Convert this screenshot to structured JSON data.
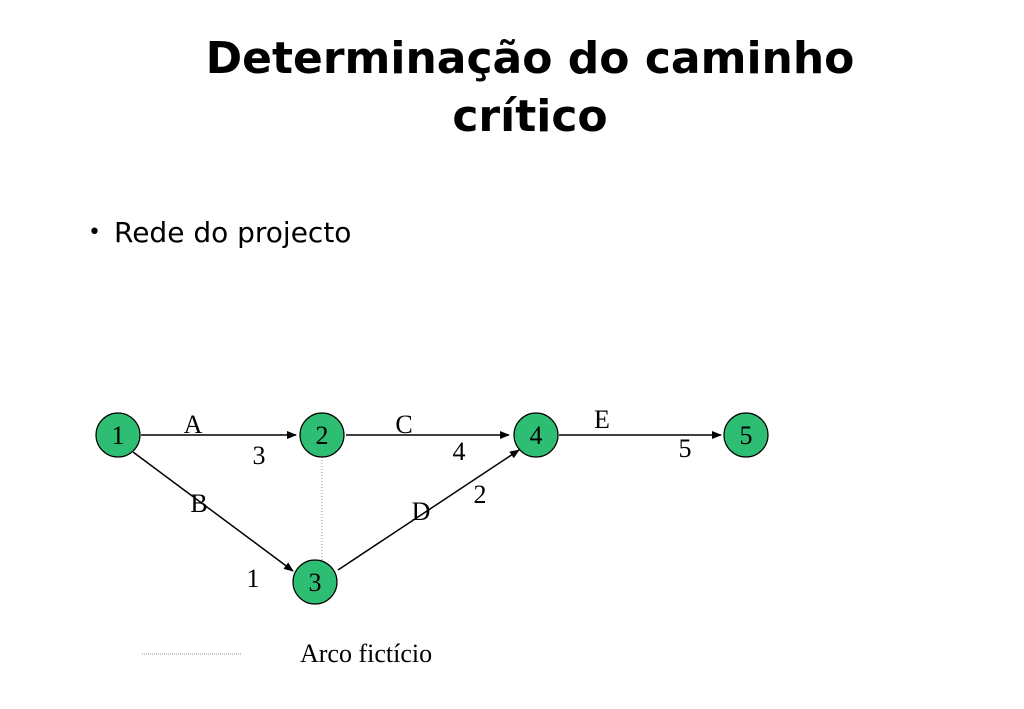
{
  "title": {
    "line1": "Determinação do caminho",
    "line2": "crítico"
  },
  "bullet": {
    "text": "Rede do projecto"
  },
  "network": {
    "colors": {
      "node_fill": "#2DBE74",
      "node_stroke": "#000000",
      "edge": "#000000",
      "dummy_edge": "#999999"
    },
    "nodes": [
      {
        "id": "1",
        "label": "1"
      },
      {
        "id": "2",
        "label": "2"
      },
      {
        "id": "3",
        "label": "3"
      },
      {
        "id": "4",
        "label": "4"
      },
      {
        "id": "5",
        "label": "5"
      }
    ],
    "activities": [
      {
        "from": "1",
        "to": "2",
        "name": "A",
        "duration": "3"
      },
      {
        "from": "1",
        "to": "3",
        "name": "B",
        "duration": "1"
      },
      {
        "from": "2",
        "to": "4",
        "name": "C",
        "duration": "4"
      },
      {
        "from": "3",
        "to": "4",
        "name": "D",
        "duration": "2"
      },
      {
        "from": "4",
        "to": "5",
        "name": "E",
        "duration": "5"
      }
    ],
    "dummy_activities": [
      {
        "from": "2",
        "to": "3"
      }
    ],
    "legend": {
      "label": "Arco fictício"
    }
  }
}
